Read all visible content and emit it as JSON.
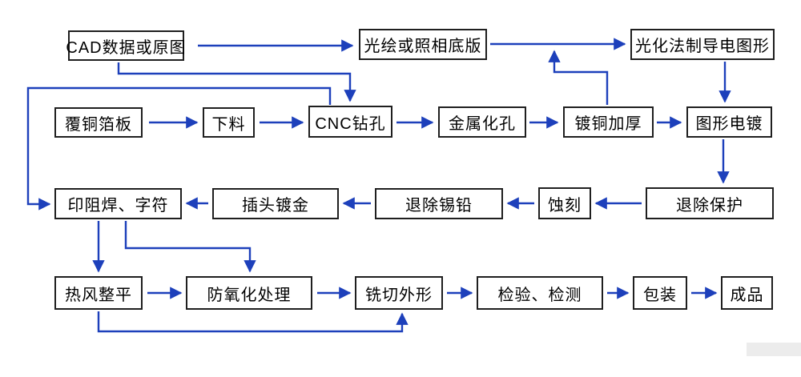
{
  "diagram_type": "flowchart",
  "language": "zh-CN",
  "colors": {
    "arrow": "#1d40bb",
    "box_border": "#1f1f1f",
    "box_fill": "#ffffff",
    "text": "#000000",
    "background": "#ffffff"
  },
  "nodes": [
    {
      "id": "cad",
      "label": "CAD数据或原图"
    },
    {
      "id": "film",
      "label": "光绘或照相底版"
    },
    {
      "id": "photochem",
      "label": "光化法制导电图形"
    },
    {
      "id": "ccl",
      "label": "覆铜箔板"
    },
    {
      "id": "blanking",
      "label": "下料"
    },
    {
      "id": "cnc",
      "label": "CNC钻孔"
    },
    {
      "id": "pth",
      "label": "金属化孔"
    },
    {
      "id": "copper",
      "label": "镀铜加厚"
    },
    {
      "id": "pattern",
      "label": "图形电镀"
    },
    {
      "id": "mask",
      "label": "印阻焊、字符"
    },
    {
      "id": "gold",
      "label": "插头镀金"
    },
    {
      "id": "striptin",
      "label": "退除锡铅"
    },
    {
      "id": "etch",
      "label": "蚀刻"
    },
    {
      "id": "stripresist",
      "label": "退除保护"
    },
    {
      "id": "hasl",
      "label": "热风整平"
    },
    {
      "id": "antiox",
      "label": "防氧化处理"
    },
    {
      "id": "rout",
      "label": "铣切外形"
    },
    {
      "id": "inspect",
      "label": "检验、检测"
    },
    {
      "id": "pack",
      "label": "包装"
    },
    {
      "id": "final",
      "label": "成品"
    }
  ],
  "edges": [
    {
      "from": "cad",
      "to": "film"
    },
    {
      "from": "cad",
      "to": "cnc"
    },
    {
      "from": "film",
      "to": "photochem"
    },
    {
      "from": "copper",
      "to": "photochem"
    },
    {
      "from": "photochem",
      "to": "pattern"
    },
    {
      "from": "ccl",
      "to": "blanking"
    },
    {
      "from": "blanking",
      "to": "cnc"
    },
    {
      "from": "cnc",
      "to": "pth"
    },
    {
      "from": "pth",
      "to": "copper"
    },
    {
      "from": "copper",
      "to": "pattern"
    },
    {
      "from": "pattern",
      "to": "stripresist"
    },
    {
      "from": "stripresist",
      "to": "etch"
    },
    {
      "from": "etch",
      "to": "striptin"
    },
    {
      "from": "striptin",
      "to": "gold"
    },
    {
      "from": "gold",
      "to": "mask"
    },
    {
      "from": "cnc",
      "to": "mask"
    },
    {
      "from": "mask",
      "to": "hasl"
    },
    {
      "from": "mask",
      "to": "antiox"
    },
    {
      "from": "hasl",
      "to": "antiox"
    },
    {
      "from": "antiox",
      "to": "rout"
    },
    {
      "from": "hasl",
      "to": "rout"
    },
    {
      "from": "rout",
      "to": "inspect"
    },
    {
      "from": "inspect",
      "to": "pack"
    },
    {
      "from": "pack",
      "to": "final"
    }
  ]
}
